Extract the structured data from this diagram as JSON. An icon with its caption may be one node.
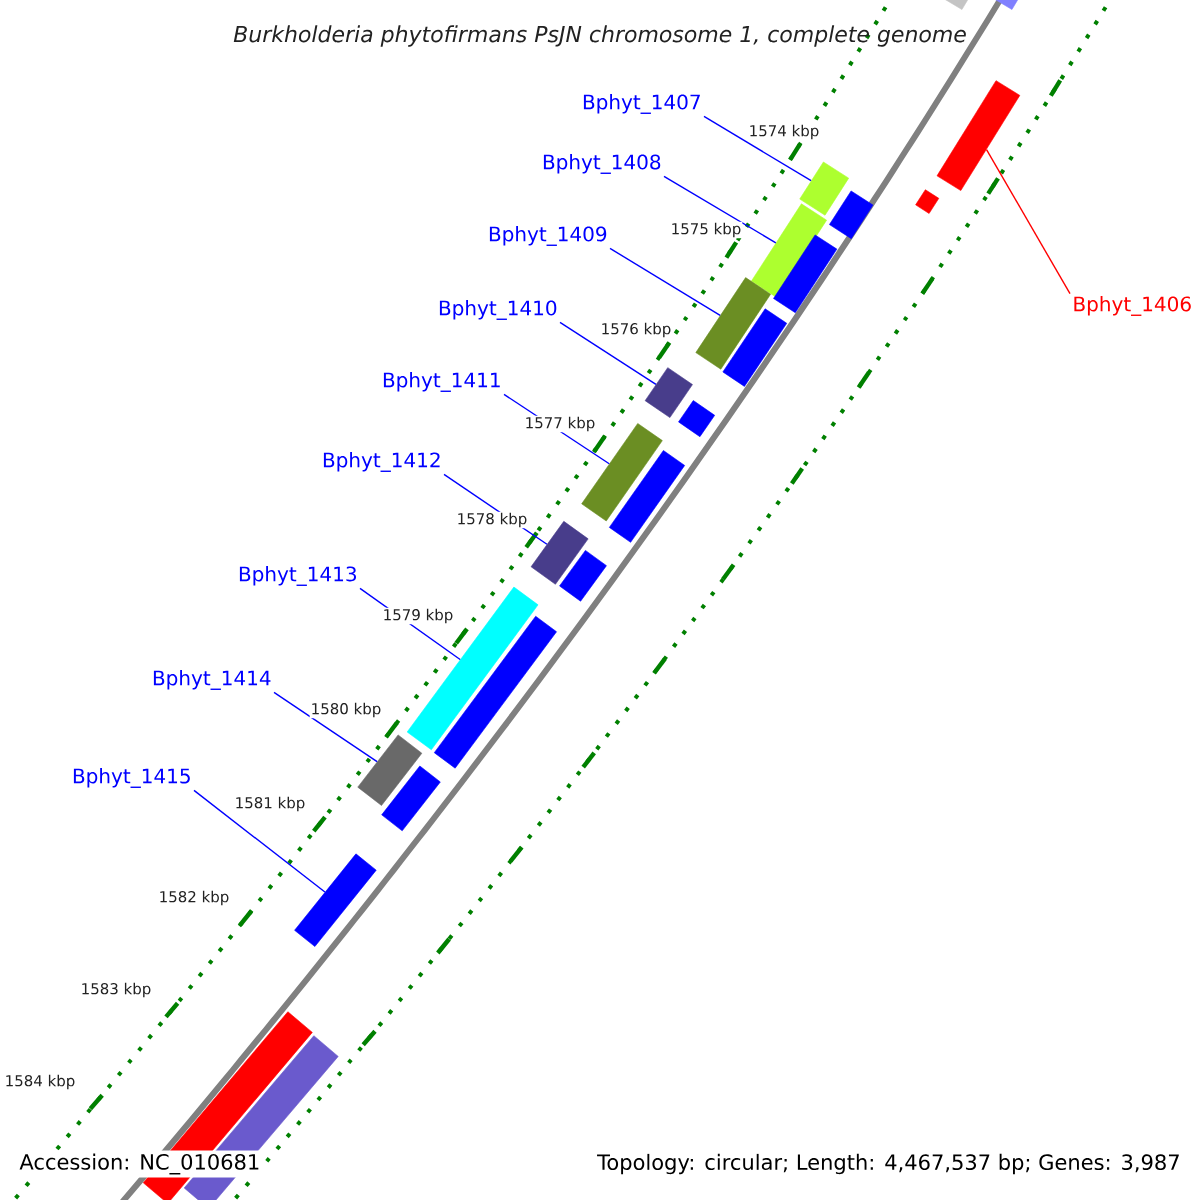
{
  "diagram": {
    "title": "Burkholderia phytofirmans PsJN chromosome 1, complete genome",
    "nodes": [
      {
        "text": [
          "Bphyt_1407"
        ]
      },
      {
        "text": [
          "Bphyt_1408"
        ]
      },
      {
        "text": [
          "Bphyt_1409"
        ]
      },
      {
        "text": [
          "Bphyt_1406"
        ]
      },
      {
        "text": [
          "Bphyt_1410"
        ]
      },
      {
        "text": [
          "Bphyt_1411"
        ]
      },
      {
        "text": [
          "Bphyt_1412"
        ]
      },
      {
        "text": [
          "Bphyt_1413"
        ]
      },
      {
        "text": [
          "Bphyt_1414"
        ]
      },
      {
        "text": [
          "Bphyt_1415"
        ]
      },
      {
        "text": [],
        "shape": "bar"
      },
      {
        "text": [],
        "shape": "bar"
      },
      {
        "text": [],
        "shape": "bar"
      },
      {
        "text": [],
        "shape": "bar"
      },
      {
        "text": [],
        "shape": "bar"
      },
      {
        "text": [],
        "shape": "bar"
      },
      {
        "text": [],
        "shape": "bar"
      },
      {
        "text": [],
        "shape": "bar"
      },
      {
        "text": [],
        "shape": "bar"
      },
      {
        "text": [],
        "shape": "bar"
      },
      {
        "text": [],
        "shape": "bar"
      },
      {
        "text": [],
        "shape": "bar"
      },
      {
        "text": [],
        "shape": "bar"
      },
      {
        "text": [],
        "shape": "bar"
      },
      {
        "text": [],
        "shape": "bar"
      },
      {
        "text": [],
        "shape": "bar"
      },
      {
        "text": [],
        "shape": "bar"
      },
      {
        "text": [],
        "shape": "bar"
      },
      {
        "text": [],
        "shape": "bar"
      },
      {
        "text": [],
        "shape": "bar"
      },
      {
        "text": [],
        "shape": "bar"
      },
      {
        "text": [],
        "shape": "bar"
      },
      {
        "text": [],
        "shape": "bar"
      }
    ],
    "edges": [
      {
        "from": 0,
        "to": 13,
        "arrow": "none"
      },
      {
        "from": 1,
        "to": 16,
        "arrow": "none"
      },
      {
        "from": 2,
        "to": 18,
        "arrow": "none"
      },
      {
        "from": 3,
        "to": 12,
        "arrow": "none",
        "color": "#ff0000"
      },
      {
        "from": 4,
        "to": 20,
        "arrow": "none"
      },
      {
        "from": 5,
        "to": 22,
        "arrow": "none"
      },
      {
        "from": 6,
        "to": 24,
        "arrow": "none"
      },
      {
        "from": 7,
        "to": 26,
        "arrow": "none"
      },
      {
        "from": 8,
        "to": 28,
        "arrow": "none"
      },
      {
        "from": 9,
        "to": 30,
        "arrow": "none"
      }
    ],
    "labels": [
      "1574 kbp",
      "1575 kbp",
      "1576 kbp",
      "1577 kbp",
      "1578 kbp",
      "1579 kbp",
      "1580 kbp",
      "1581 kbp",
      "1582 kbp",
      "1583 kbp",
      "1584 kbp",
      "Accession: NC_010681",
      "Topology: circular; Length: 4,467,537 bp; Genes: 3,987"
    ]
  }
}
